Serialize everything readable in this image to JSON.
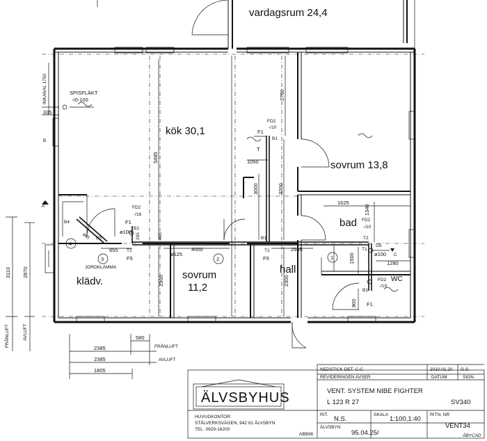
{
  "rooms": {
    "vardagsrum": "vardagsrum 24,4",
    "kok": "kök 30,1",
    "sovrum1": "sovrum 13,8",
    "sovrum2_name": "sovrum",
    "sovrum2_area": "11,2",
    "bad": "bad",
    "hall": "hall",
    "kladv": "klädv.",
    "wc": "WC"
  },
  "dimensions": {
    "inkanal": "INKANAL 1750",
    "d335": "335",
    "d5485": "5485",
    "d2750": "2750",
    "d1050": "1050",
    "d3000": "3000",
    "d3200": "3200",
    "d1625": "1625",
    "d1340": "1340",
    "d1280": "1280",
    "d1500": "1500",
    "d800": "800",
    "d2300a": "2300",
    "d2300b": "2300",
    "d855": "855",
    "d4000": "4000",
    "d2945": "2945",
    "d965": "965",
    "d265": "265",
    "d465": "465",
    "d3110": "3110",
    "d2870": "2870",
    "d580": "580",
    "d2385a": "2385",
    "d2385b": "2385",
    "d1805": "1805",
    "fi125": "ø125",
    "fi100a": "ø100",
    "fi100b": "ø100"
  },
  "labels": {
    "spisflakt_1": "SPISFLÄKT",
    "spisflakt_2": "-/0-100",
    "fd2_10a": "FD2",
    "fd2_10a_val": "-/10",
    "f1a": "F1",
    "b1a": "B1",
    "t_mark": "T",
    "fd2_16": "FD2",
    "fd2_16_val": "-/16",
    "f1b": "F1",
    "b1b": "B1",
    "b4": "B4",
    "b5": "B5",
    "t2a": "T2",
    "f5a": "F5",
    "b1c": "B1",
    "t2b": "T2",
    "f5b": "F5",
    "fd2_10b": "FD2",
    "fd2_10b_val": "-/10",
    "t2c": "T2",
    "t1": "T1",
    "g5": "G5",
    "c_mark": "C",
    "b1d": "B1",
    "fd2_10c": "FD2",
    "fd2_10c_val": "-/10",
    "f1c": "F1",
    "jordklamma": "JORDKLÄMMA",
    "franluft_v": "FRÅNLUFT",
    "avluft_v": "AVLUFT",
    "franluft_h": "FRÅNLUFT",
    "avluft_h": "AVLUFT",
    "circle1": "1",
    "circle2": "2",
    "circle3": "3",
    "circle4": "4",
    "mark_a": "A",
    "mark_b": "B"
  },
  "title_block": {
    "row1_left": "NEDSTICK DET. C-C",
    "row1_date": "2010.01.20",
    "row1_sign": "G.S.",
    "revision": "REVIDERINGEN AVSER",
    "datum_hdr": "DATUM",
    "sign_hdr": "SIGN",
    "project": "VENT. SYSTEM NIBE FIGHTER",
    "lr": "L 123 R 27",
    "sv": "SV340",
    "logo": "ÄLVSBYHUS",
    "hq_1": "HUVUDKONTOR:",
    "hq_2": "STÅLVERKSVÄGEN, 942 81 ÄLVSBYN",
    "hq_3": "TEL. 0929-16200",
    "rit_label": "RIT.",
    "rit_value": "N.S.",
    "skala_label": "SKALA",
    "skala_value": "1:100,1:40",
    "ritn_label": "RITN. NR",
    "ritn_value": "VENT34",
    "place": "ÄLVSBYN",
    "date": "95.04.25/",
    "code": "ABB96",
    "cad": "ÄBYCAD"
  },
  "colors": {
    "ink": "#111111",
    "background": "#ffffff"
  }
}
